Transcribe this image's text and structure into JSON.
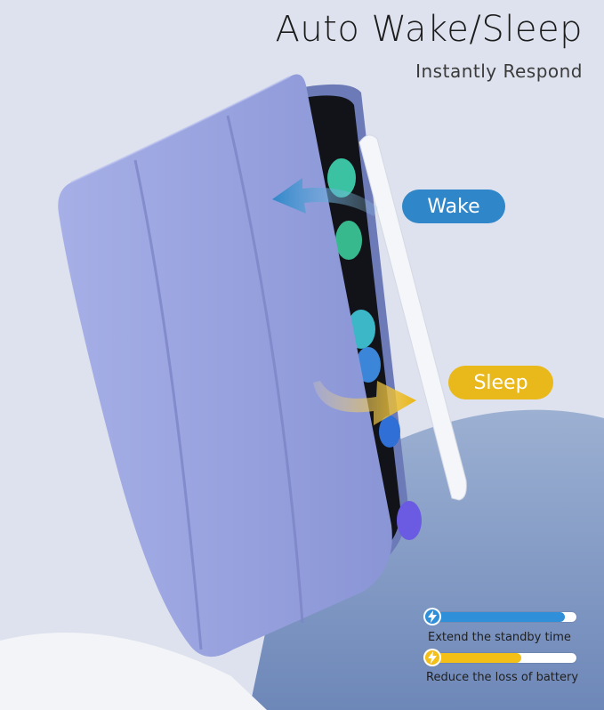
{
  "header": {
    "title": "Auto Wake/Sleep",
    "subtitle": "Instantly Respond"
  },
  "labels": {
    "wake": "Wake",
    "sleep": "Sleep"
  },
  "indicators": [
    {
      "label": "Extend the standby time",
      "fill_fraction": 0.92,
      "icon": "lightning-bolt-icon"
    },
    {
      "label": "Reduce the loss of battery",
      "fill_fraction": 0.62,
      "icon": "lightning-bolt-icon"
    }
  ],
  "colors": {
    "cover": "#8f9ad8",
    "wake_accent": "#2f86c9",
    "sleep_accent": "#e9b91b",
    "bar_blue": "#2f8fd8",
    "bar_yellow": "#f4bf16",
    "background": "#dfe3ee"
  }
}
